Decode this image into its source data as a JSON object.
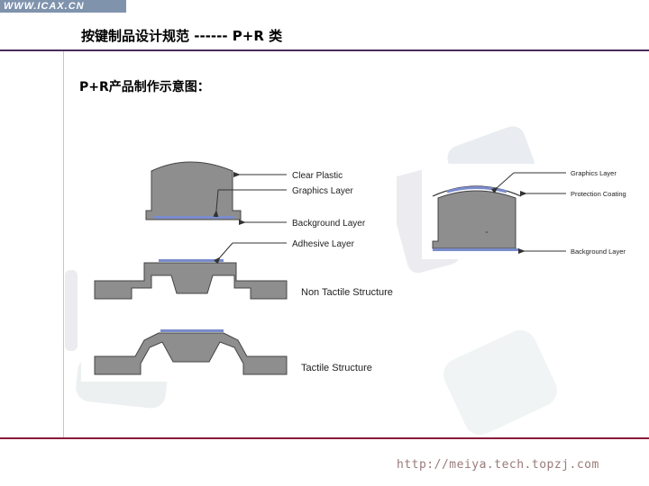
{
  "header": {
    "logo_text": "WWW.ICAX.CN",
    "title": "按键制品设计规范 ------  P+R 类"
  },
  "section": {
    "heading": "P+R产品制作示意图："
  },
  "diagram_labels": {
    "clear_plastic": "Clear Plastic",
    "graphics_layer": "Graphics Layer",
    "background_layer": "Background Layer",
    "adhesive_layer": "Adhesive Layer",
    "non_tactile": "Non Tactile Structure",
    "tactile": "Tactile Structure",
    "graphics_layer_right": "Graphics Layer",
    "protection_coating": "Protection Coating",
    "background_layer_right": "Background Layer"
  },
  "footer": {
    "url": "http://meiya.tech.topzj.com"
  },
  "colors": {
    "accent_rule": "#4b2c5e",
    "footer_rule": "#8a1a3c",
    "part_gray": "#8e8e8e",
    "graphics_blue": "#7a8ccc"
  }
}
